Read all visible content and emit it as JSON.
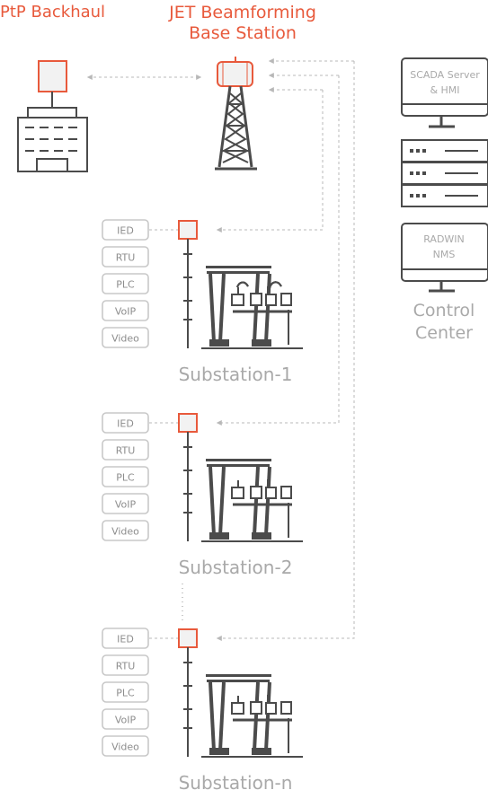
{
  "labels": {
    "ptp_backhaul": "PtP Backhaul",
    "jet_line1": "JET Beamforming",
    "jet_line2": "Base Station",
    "scada_line1": "SCADA Server",
    "scada_line2": "& HMI",
    "radwin_line1": "RADWIN",
    "radwin_line2": "NMS",
    "control_line1": "Control",
    "control_line2": "Center"
  },
  "substations": [
    {
      "name": "Substation-1",
      "devices": [
        "IED",
        "RTU",
        "PLC",
        "VoIP",
        "Video"
      ]
    },
    {
      "name": "Substation-2",
      "devices": [
        "IED",
        "RTU",
        "PLC",
        "VoIP",
        "Video"
      ]
    },
    {
      "name": "Substation-n",
      "devices": [
        "IED",
        "RTU",
        "PLC",
        "VoIP",
        "Video"
      ]
    }
  ],
  "colors": {
    "accent": "#e85a3c",
    "text_gray": "#a9a9a9",
    "line_dark": "#4b4b4b",
    "dashed": "#b8b8b8"
  }
}
